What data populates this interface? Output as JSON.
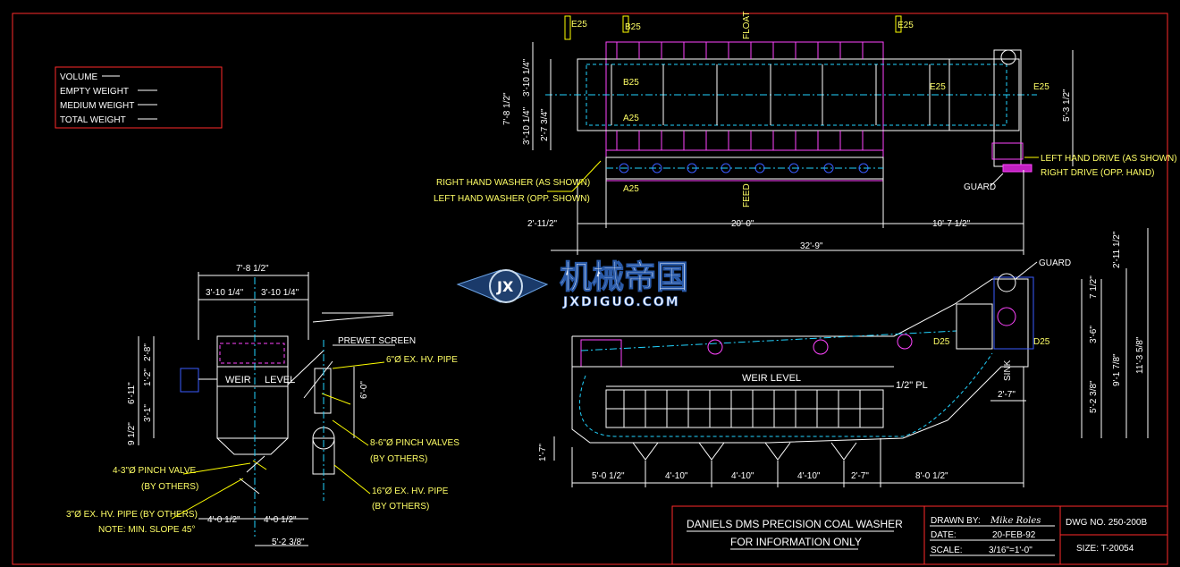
{
  "legend": {
    "items": [
      "VOLUME",
      "EMPTY WEIGHT",
      "MEDIUM WEIGHT",
      "TOTAL WEIGHT"
    ]
  },
  "plan_view": {
    "section_marks": {
      "e25": "E25",
      "b25": "B25",
      "a25": "A25",
      "float": "FLOAT",
      "feed": "FEED"
    },
    "dims": {
      "overall_length": "32'-9\"",
      "tank_length": "20'-0\"",
      "drive_length": "10'-7 1/2\"",
      "left_offset": "2'-11/2\"",
      "width_total": "7'-8 1/2\"",
      "width_half_a": "3'-10 1/4\"",
      "width_half_b": "3'-10 1/4\"",
      "width_upper": "2'-7 3/4\"",
      "width_right": "5'-3 1/2\""
    },
    "notes": {
      "right_hand": "RIGHT HAND WASHER (AS SHOWN)",
      "left_hand": "LEFT HAND WASHER (OPP. SHOWN)",
      "left_drive": "LEFT HAND DRIVE (AS SHOWN)",
      "right_drive": "RIGHT DRIVE (OPP. HAND)",
      "guard": "GUARD"
    }
  },
  "end_view": {
    "dims": {
      "top_width": "7'-8 1/2\"",
      "half_left": "3'-10 1/4\"",
      "half_right": "3'-10 1/4\"",
      "height_total": "6'-11\"",
      "h1": "2'-8\"",
      "h2": "1'-2\"",
      "h3": "3'-1\"",
      "h4": "9 1/2\"",
      "pipe_height": "6'-0\"",
      "bottom_left": "4'-0 1/2\"",
      "bottom_right": "4'-0 1/2\"",
      "bottom_total": "5'-2 3/8\""
    },
    "labels": {
      "weir": "WEIR",
      "level": "LEVEL",
      "prewet": "PREWET SCREEN",
      "pipe6": "6\"Ø EX. HV. PIPE",
      "pinch8": "8-6\"Ø PINCH VALVES",
      "by_others_1": "(BY OTHERS)",
      "pinch4": "4-3\"Ø PINCH VALVE",
      "by_others_2": "(BY OTHERS)",
      "pipe16": "16\"Ø EX. HV. PIPE",
      "by_others_3": "(BY OTHERS)",
      "pipe3": "3\"Ø EX. HV. PIPE (BY OTHERS)",
      "note_slope": "NOTE: MIN. SLOPE 45°"
    }
  },
  "side_view": {
    "labels": {
      "weir_level": "WEIR LEVEL",
      "plate": "1/2\" PL",
      "guard": "GUARD",
      "sink": "SINK",
      "d25a": "D25",
      "d25b": "D25"
    },
    "dims": {
      "bottom": [
        "5'-0 1/2\"",
        "4'-10\"",
        "4'-10\"",
        "4'-10\"",
        "2'-7\"",
        "8'-0 1/2\""
      ],
      "left_h": "1'-7\"",
      "right_a": "2'-7\"",
      "right_b": "5'-2 3/8\"",
      "right_c": "3'-6\"",
      "right_d": "7 1/2\"",
      "right_e": "9'-1 7/8\"",
      "right_f": "11'-3 5/8\"",
      "right_g": "2'-11 1/2\""
    }
  },
  "watermark": {
    "cn": "机械帝国",
    "en": "JXDIGUO.COM"
  },
  "title_block": {
    "title": "DANIELS DMS PRECISION COAL WASHER",
    "subtitle": "FOR INFORMATION ONLY",
    "drawn_by_label": "DRAWN BY:",
    "drawn_by": "Mike Roles",
    "date_label": "DATE:",
    "date": "20-FEB-92",
    "scale_label": "SCALE:",
    "scale": "3/16\"=1'-0\"",
    "dwg_no": "DWG NO. 250-200B",
    "size": "SIZE: T-20054"
  },
  "colors": {
    "background": "#000000",
    "border": "#ff2a2a",
    "text": "#ffffff",
    "accent": "#ff44ff",
    "centerline": "#22d3ff"
  }
}
